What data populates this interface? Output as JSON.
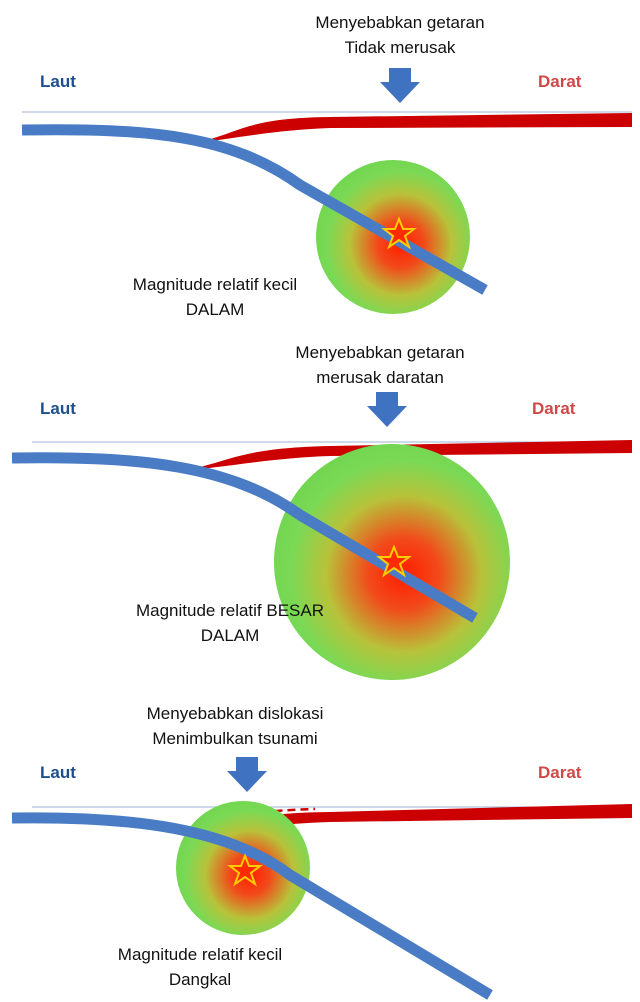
{
  "colors": {
    "ocean_plate": "#4a7cc6",
    "land_plate": "#cc0000",
    "arrow": "#3f72c0",
    "laut_text": "#1f4e8c",
    "darat_text": "#d04848",
    "zone_outer": "#7fe060",
    "zone_inner": "#ff2a00",
    "star": "#ffcc00"
  },
  "panels": [
    {
      "top_caption": [
        "Menyebabkan getaran",
        "Tidak merusak"
      ],
      "sea_label": "Laut",
      "land_label": "Darat",
      "bottom_caption": [
        "Magnitude relatif kecil",
        "DALAM"
      ]
    },
    {
      "top_caption": [
        "Menyebabkan getaran",
        "merusak daratan"
      ],
      "sea_label": "Laut",
      "land_label": "Darat",
      "bottom_caption": [
        "Magnitude relatif BESAR",
        "DALAM"
      ]
    },
    {
      "top_caption": [
        "Menyebabkan dislokasi",
        "Menimbulkan tsunami"
      ],
      "sea_label": "Laut",
      "land_label": "Darat",
      "bottom_caption": [
        "Magnitude relatif kecil",
        "Dangkal"
      ]
    }
  ]
}
